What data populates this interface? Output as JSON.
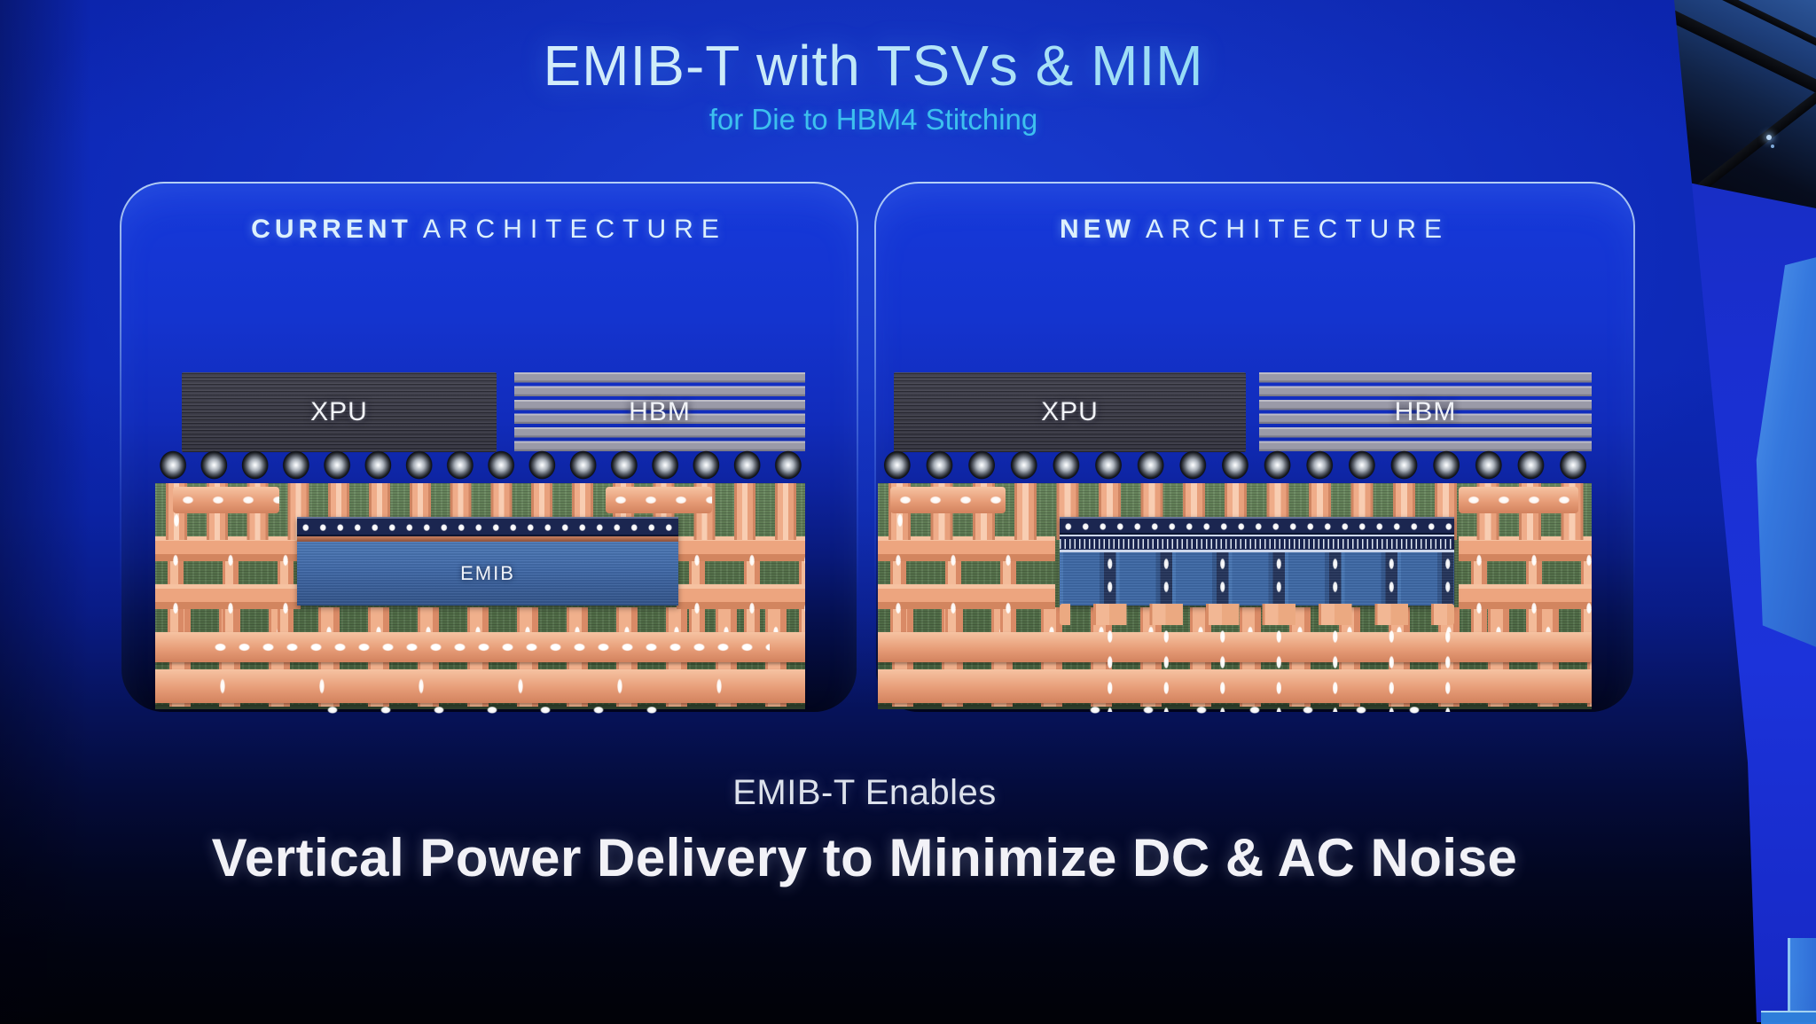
{
  "slide": {
    "title": "EMIB-T with TSVs & MIM",
    "subtitle": "for Die to HBM4 Stitching",
    "panels": {
      "current": {
        "head_bold": "CURRENT",
        "head_rest": "ARCHITECTURE",
        "xpu_label": "XPU",
        "hbm_label": "HBM",
        "emib_label": "EMIB"
      },
      "new": {
        "head_bold": "NEW",
        "head_rest": "ARCHITECTURE",
        "xpu_label": "XPU",
        "hbm_label": "HBM"
      }
    },
    "footer": {
      "line1": "EMIB-T Enables",
      "line2": "Vertical Power Delivery to Minimize DC & AC Noise"
    },
    "colors": {
      "accent_cyan": "#3dc0ee",
      "slide_blue": "#0d28b6",
      "copper": "#e89d78",
      "pcb_green": "#5b7850",
      "die_blue": "#416aa9",
      "hbm_gray": "#9a9aa8"
    }
  }
}
